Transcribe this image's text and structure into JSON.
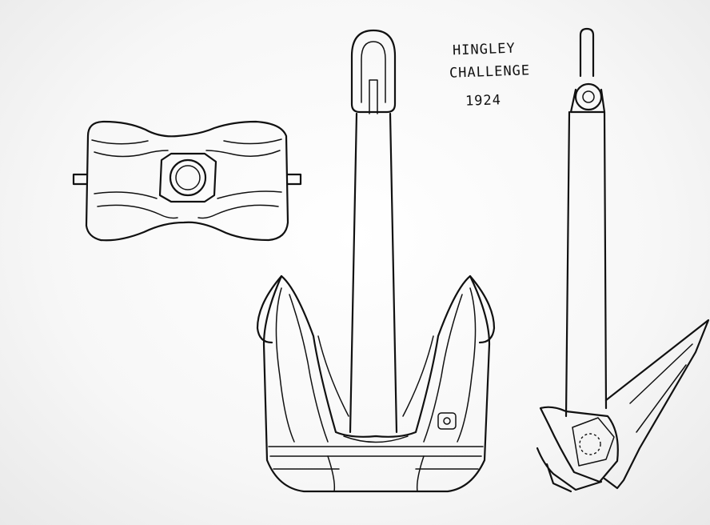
{
  "drawing": {
    "caption": {
      "maker": "HINGLEY",
      "model": "CHALLENGE",
      "year": "1924"
    },
    "views": [
      "top-view",
      "front-view",
      "side-view"
    ]
  }
}
